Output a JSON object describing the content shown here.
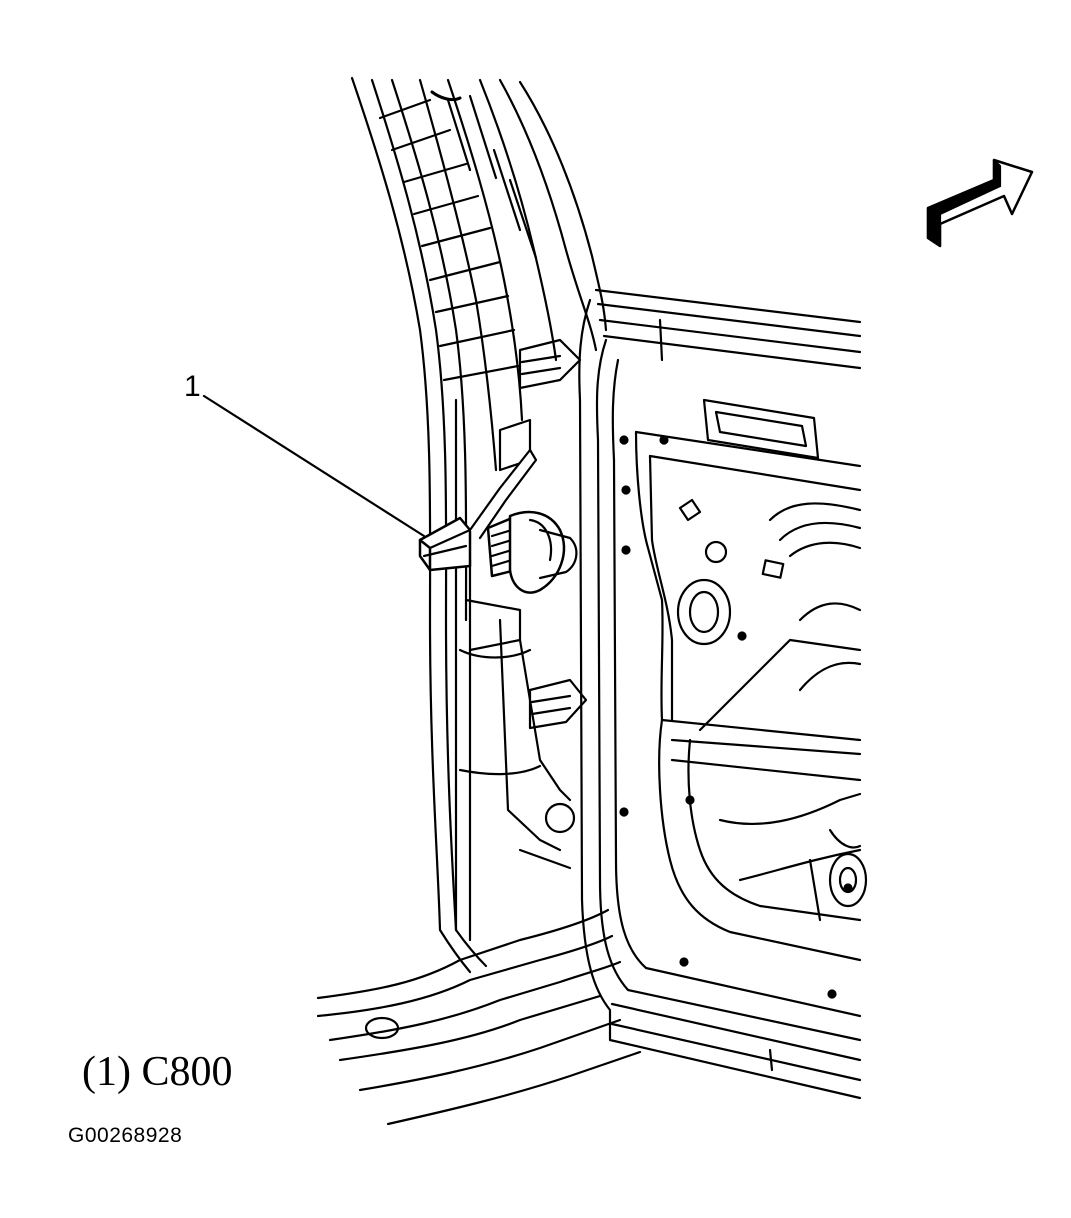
{
  "callout": {
    "number": "1"
  },
  "legend": {
    "text": "(1) C800"
  },
  "figure": {
    "id": "G00268928"
  },
  "colors": {
    "ink": "#000000",
    "background": "#ffffff"
  }
}
